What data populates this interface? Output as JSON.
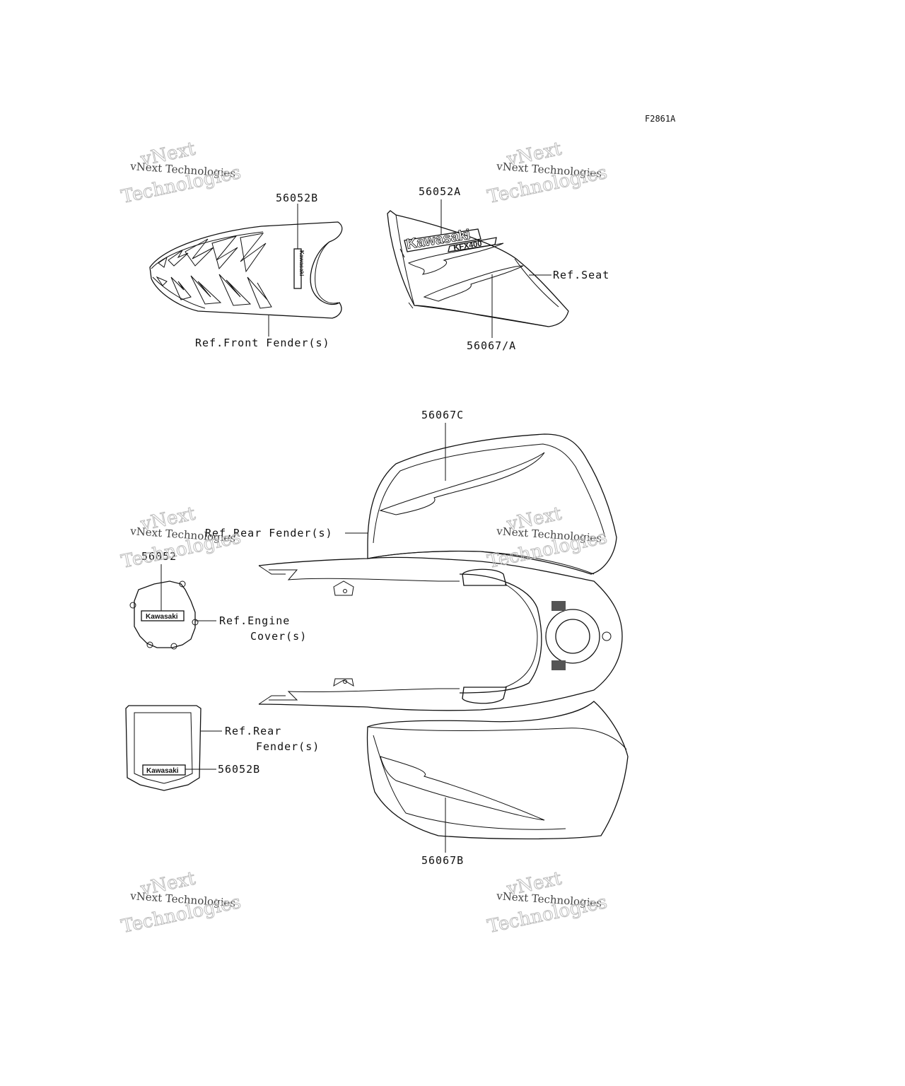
{
  "figure_id": "F2861A",
  "labels": {
    "front_fender_decal": "56052B",
    "side_decal_a": "56052A",
    "ref_seat": "Ref.Seat",
    "ref_front_fender": "Ref.Front Fender(s)",
    "stripe_56067a": "56067/A",
    "stripe_56067c": "56067C",
    "ref_rear_fender_top": "Ref.Rear Fender(s)",
    "engine_decal": "56052",
    "ref_engine_line1": "Ref.Engine",
    "ref_engine_line2": "Cover(s)",
    "ref_rear_fender_line1": "Ref.Rear",
    "ref_rear_fender_line2": "Fender(s)",
    "rear_decal": "56052B",
    "stripe_56067b": "56067B"
  },
  "decal_text": {
    "brand": "Kawasaki",
    "model": "KFX400"
  },
  "watermark": {
    "line_small": "vNext Technologies",
    "line_top": "vNext",
    "line_big": "Technologies"
  }
}
